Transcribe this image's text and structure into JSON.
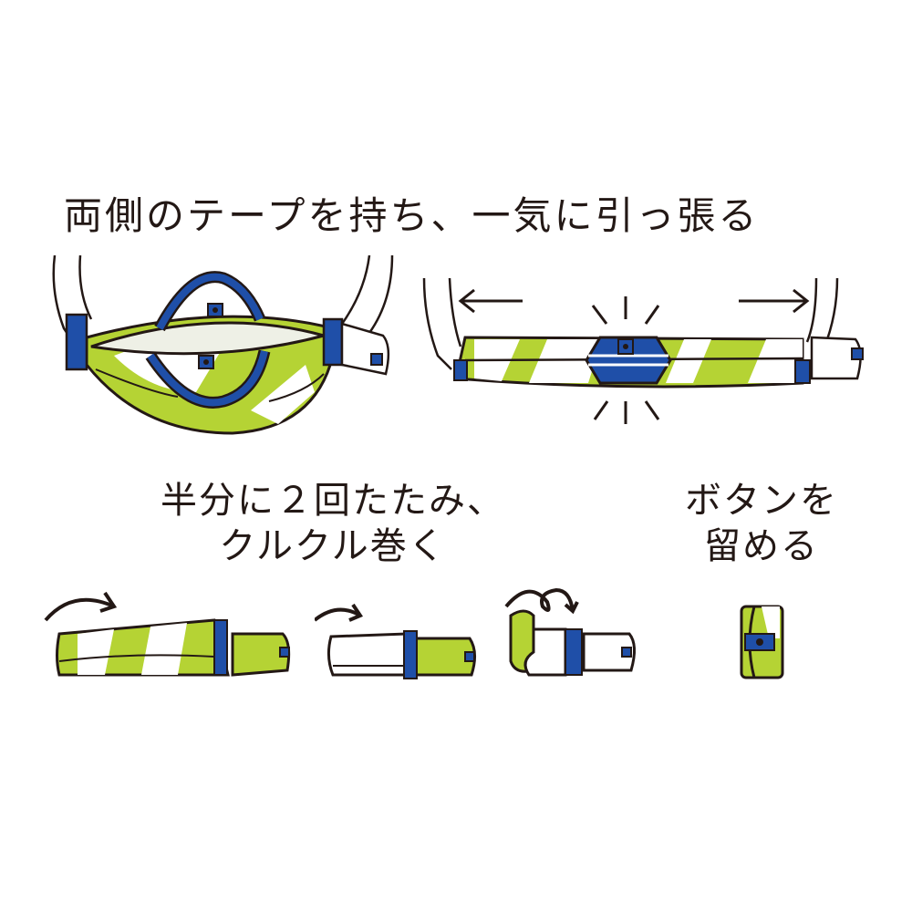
{
  "steps": [
    {
      "caption": "両側のテープを持ち、一気に引っ張る",
      "illustrations": [
        "bag-held-open-by-tapes",
        "bag-pulled-flat-with-arrows"
      ]
    },
    {
      "caption_line1": "半分に２回たたみ、",
      "caption_line2": "クルクル巻く",
      "illustrations": [
        "strip-folded-once",
        "strip-folded-twice",
        "strip-rolling-up"
      ]
    },
    {
      "caption_line1": "ボタンを",
      "caption_line2": "留める",
      "illustrations": [
        "rolled-bag-buttoned"
      ]
    }
  ],
  "colors": {
    "lime": "#b5d334",
    "blue": "#1f4fa8",
    "navy_print": "#2b4a8c",
    "outline": "#231815",
    "background": "#ffffff",
    "lining": "#eef0e6"
  }
}
